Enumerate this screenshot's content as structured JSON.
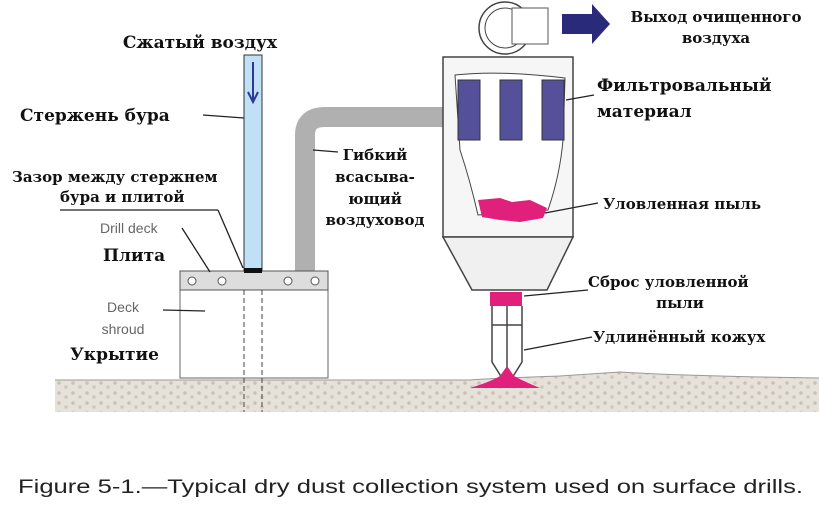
{
  "labels": {
    "compressed_air": "Сжатый воздух",
    "drill_rod": "Стержень бура",
    "gap_line1": "Зазор между стержнем",
    "gap_line2": "бура и плитой",
    "drill_deck_en": "Drill deck",
    "drill_deck_ru": "Плита",
    "deck_shroud_en1": "Deck",
    "deck_shroud_en2": "shroud",
    "deck_shroud_ru": "Укрытие",
    "hose_line1": "Гибкий",
    "hose_line2": "всасыва-",
    "hose_line3": "ющий",
    "hose_line4": "воздуховод",
    "clean_air_line1": "Выход очищенного",
    "clean_air_line2": "воздуха",
    "filter_line1": "Фильтровальный",
    "filter_line2": "материал",
    "captured_dust": "Уловленная пыль",
    "discharge_line1": "Сброс уловленной",
    "discharge_line2": "пыли",
    "extended_shroud": "Удлинённый кожух"
  },
  "caption": "Figure 5-1.—Typical dry dust collection system used on surface drills.",
  "colors": {
    "rod": "#bfe0f5",
    "filter": "#55509a",
    "dust": "#e0207a",
    "arrow": "#2a2a7a",
    "hose": "#b0b0b0"
  }
}
